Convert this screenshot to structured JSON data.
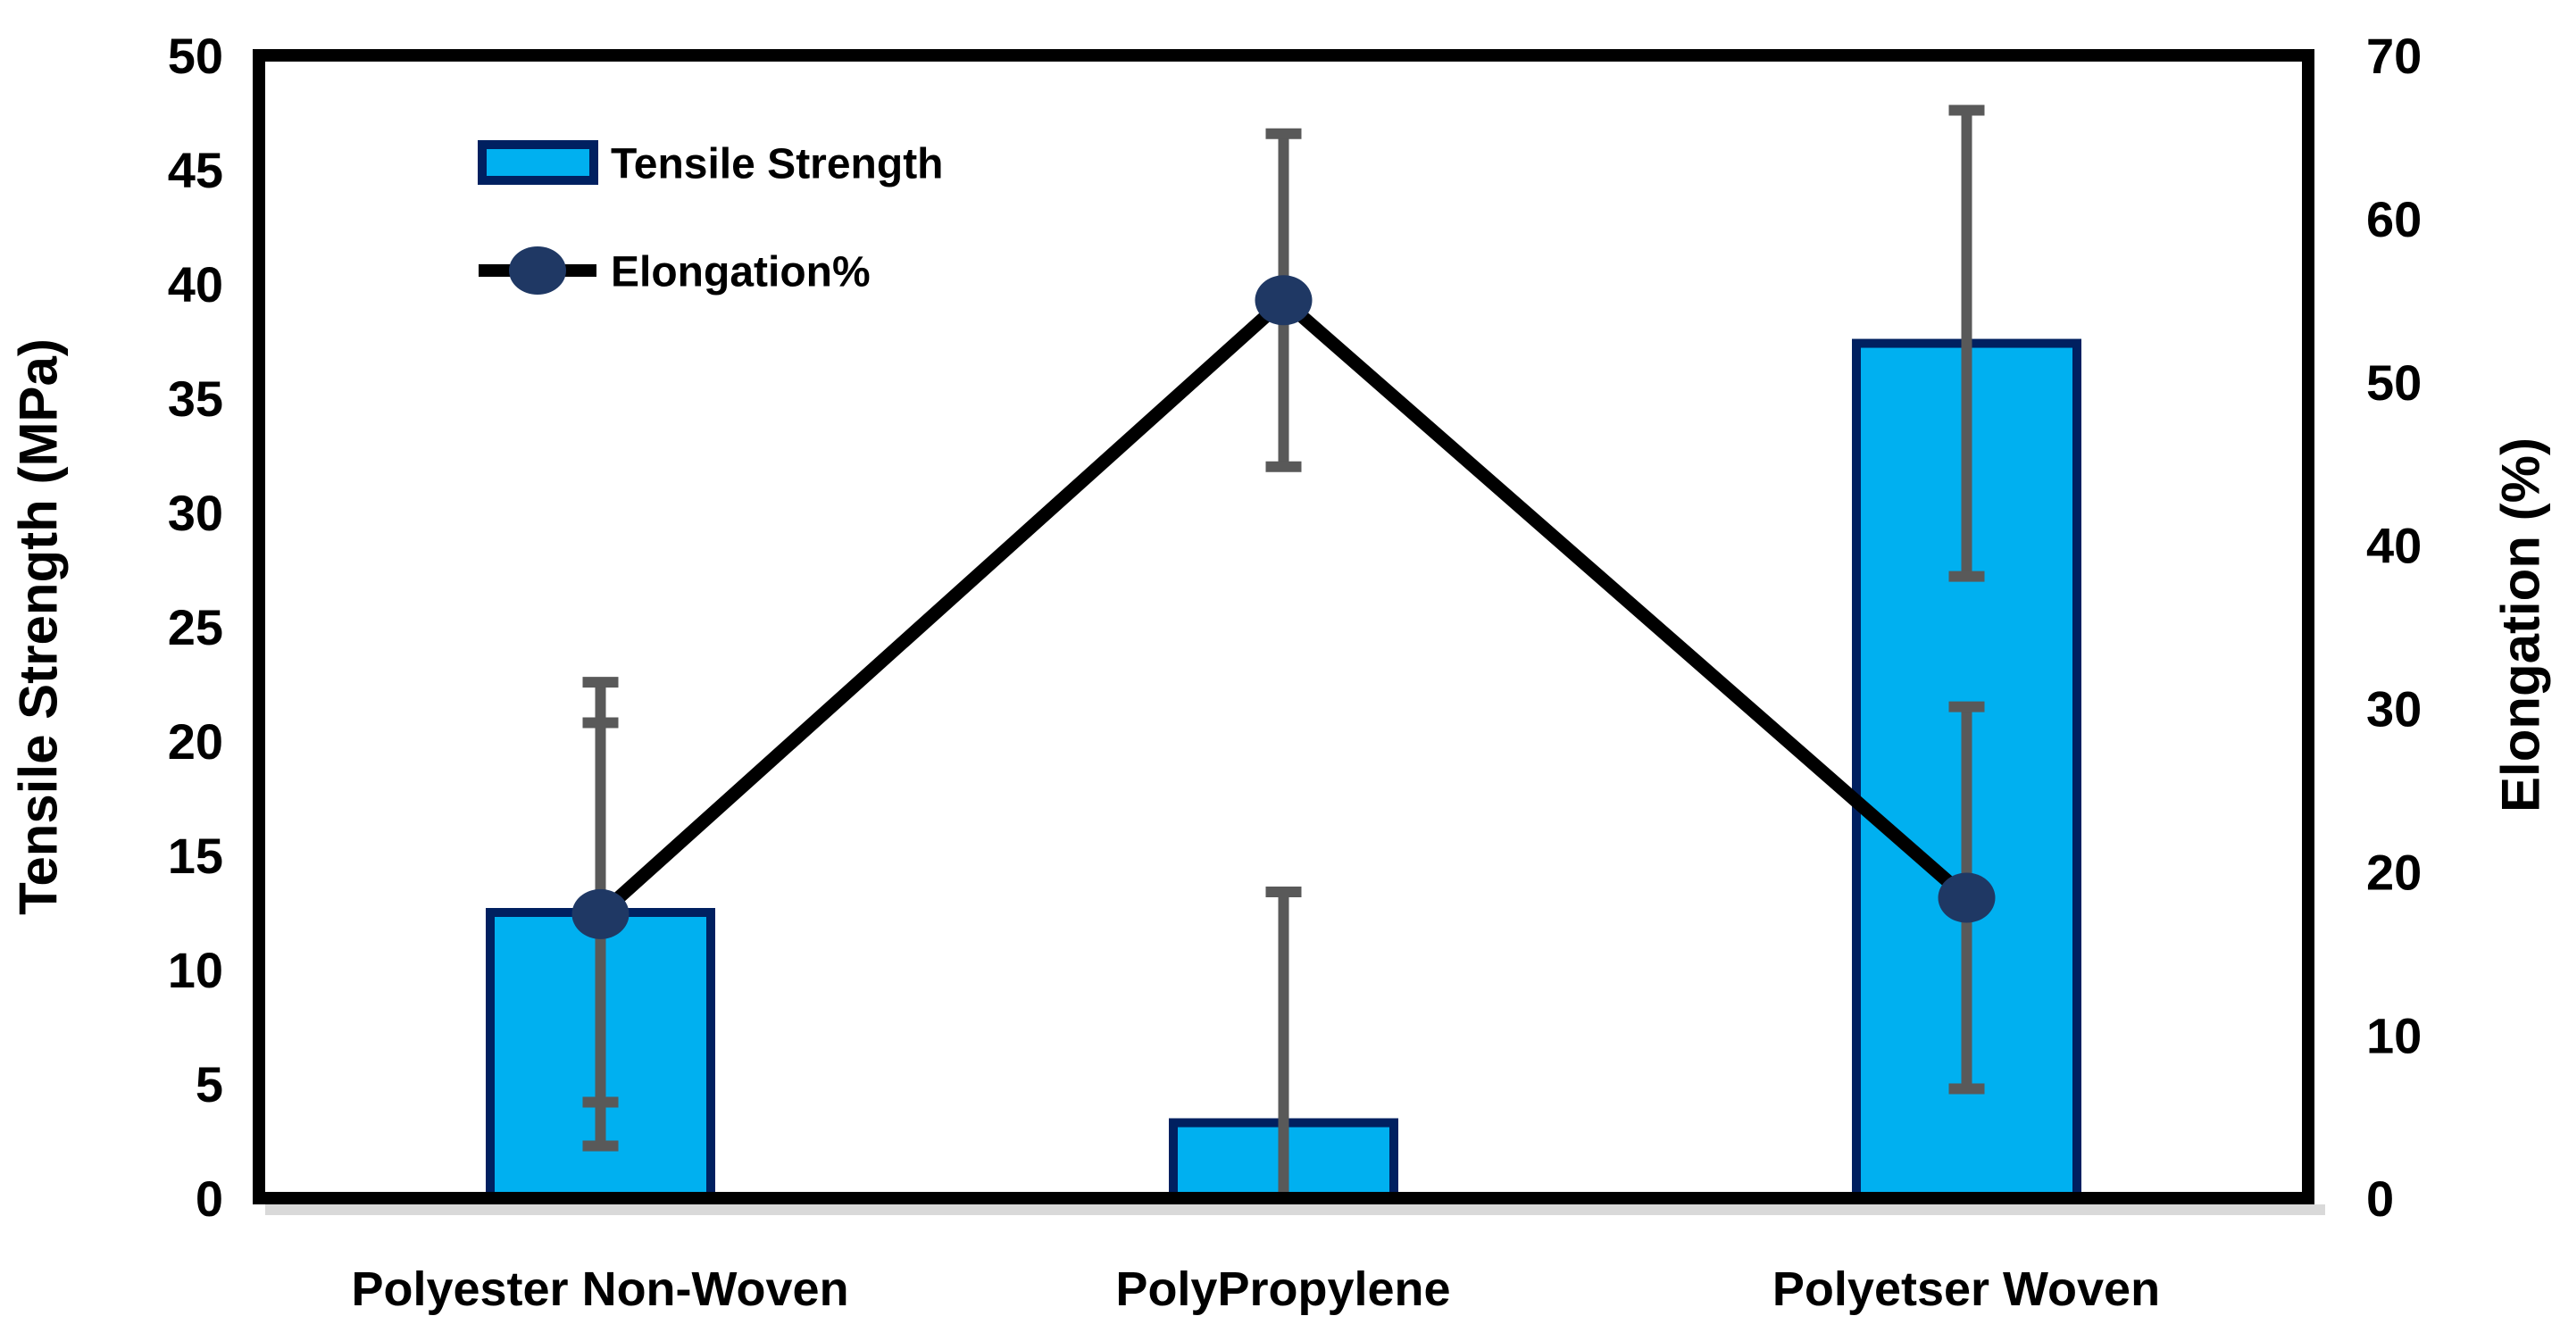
{
  "chart_data": {
    "type": "bar",
    "subtype": "combo-bar-line-dual-axis",
    "title": "",
    "categories": [
      "Polyester Non-Woven",
      "PolyPropylene",
      "Polyetser Woven"
    ],
    "series": [
      {
        "name": "Tensile Strength",
        "type": "bar",
        "axis": "left",
        "values": [
          12.5,
          3.3,
          37.4
        ],
        "error_bars": [
          8.3,
          10.1,
          10.2
        ],
        "fill_color": "#00b0f0",
        "border_color": "#002060"
      },
      {
        "name": "Elongation%",
        "type": "line",
        "axis": "right",
        "values": [
          17.4,
          55,
          18.4
        ],
        "error_bars": [
          14.2,
          10.2,
          11.7
        ],
        "line_color": "#000000",
        "marker_color": "#1f3864"
      }
    ],
    "left_axis": {
      "title": "Tensile Strength (MPa)",
      "min": 0,
      "max": 50,
      "step": 5,
      "ticks": [
        0,
        5,
        10,
        15,
        20,
        25,
        30,
        35,
        40,
        45,
        50
      ]
    },
    "right_axis": {
      "title": "Elongation (%)",
      "min": 0,
      "max": 70,
      "step": 10,
      "ticks": [
        0,
        10,
        20,
        30,
        40,
        50,
        60,
        70
      ]
    },
    "legend": {
      "position": "top-left-inside",
      "items": [
        "Tensile Strength",
        "Elongation%"
      ]
    },
    "colors": {
      "error_bar": "#595959",
      "axis_frame": "#000000",
      "baseline_shadow": "#d9d9d9",
      "text": "#000000",
      "background": "#ffffff"
    },
    "grid": "off"
  }
}
